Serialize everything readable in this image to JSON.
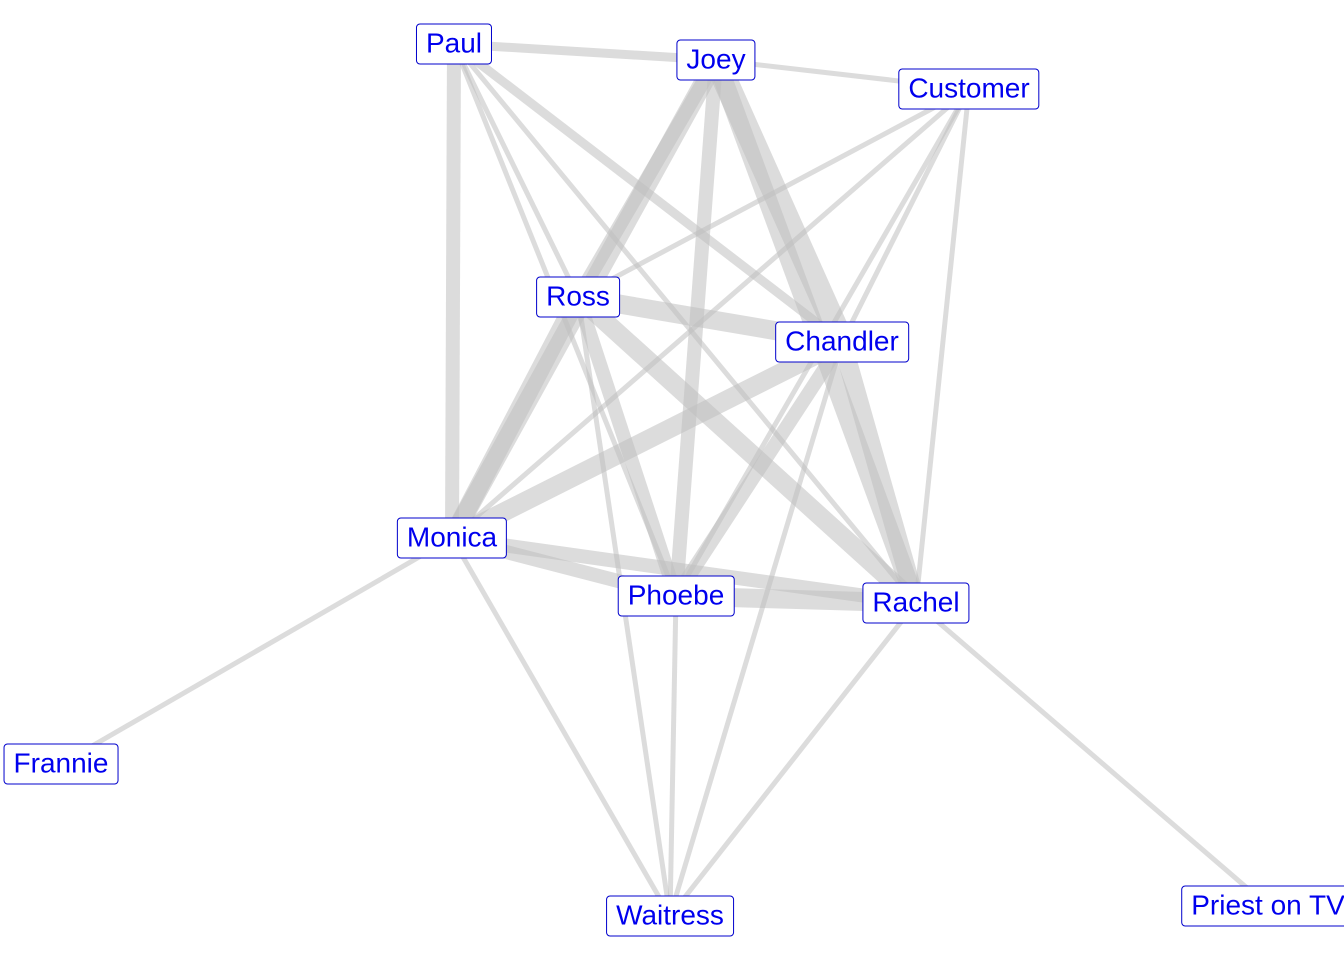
{
  "style": {
    "node_text_color": "#0000ee",
    "node_border_color": "#0000cc",
    "node_background": "#ffffff",
    "edge_color": "#bfbfbf",
    "background": "#ffffff"
  },
  "nodes": [
    {
      "id": "paul",
      "label": "Paul"
    },
    {
      "id": "joey",
      "label": "Joey"
    },
    {
      "id": "customer",
      "label": "Customer"
    },
    {
      "id": "ross",
      "label": "Ross"
    },
    {
      "id": "chandler",
      "label": "Chandler"
    },
    {
      "id": "monica",
      "label": "Monica"
    },
    {
      "id": "phoebe",
      "label": "Phoebe"
    },
    {
      "id": "rachel",
      "label": "Rachel"
    },
    {
      "id": "frannie",
      "label": "Frannie"
    },
    {
      "id": "waitress",
      "label": "Waitress"
    },
    {
      "id": "priest",
      "label": "Priest on TV"
    }
  ],
  "edges": [
    {
      "source": "paul",
      "target": "joey",
      "weight": 2
    },
    {
      "source": "paul",
      "target": "monica",
      "weight": 3
    },
    {
      "source": "paul",
      "target": "ross",
      "weight": 1
    },
    {
      "source": "paul",
      "target": "chandler",
      "weight": 2
    },
    {
      "source": "paul",
      "target": "phoebe",
      "weight": 1
    },
    {
      "source": "paul",
      "target": "rachel",
      "weight": 1
    },
    {
      "source": "joey",
      "target": "customer",
      "weight": 1
    },
    {
      "source": "joey",
      "target": "monica",
      "weight": 4
    },
    {
      "source": "joey",
      "target": "ross",
      "weight": 3
    },
    {
      "source": "joey",
      "target": "chandler",
      "weight": 5
    },
    {
      "source": "joey",
      "target": "phoebe",
      "weight": 3
    },
    {
      "source": "joey",
      "target": "rachel",
      "weight": 4
    },
    {
      "source": "customer",
      "target": "ross",
      "weight": 1
    },
    {
      "source": "customer",
      "target": "monica",
      "weight": 1
    },
    {
      "source": "customer",
      "target": "chandler",
      "weight": 1
    },
    {
      "source": "customer",
      "target": "phoebe",
      "weight": 1
    },
    {
      "source": "customer",
      "target": "rachel",
      "weight": 1
    },
    {
      "source": "ross",
      "target": "chandler",
      "weight": 4
    },
    {
      "source": "ross",
      "target": "monica",
      "weight": 4
    },
    {
      "source": "ross",
      "target": "phoebe",
      "weight": 3
    },
    {
      "source": "ross",
      "target": "rachel",
      "weight": 4
    },
    {
      "source": "ross",
      "target": "waitress",
      "weight": 1
    },
    {
      "source": "chandler",
      "target": "monica",
      "weight": 4
    },
    {
      "source": "chandler",
      "target": "phoebe",
      "weight": 3
    },
    {
      "source": "chandler",
      "target": "rachel",
      "weight": 4
    },
    {
      "source": "chandler",
      "target": "waitress",
      "weight": 1
    },
    {
      "source": "monica",
      "target": "phoebe",
      "weight": 3
    },
    {
      "source": "monica",
      "target": "rachel",
      "weight": 3
    },
    {
      "source": "monica",
      "target": "frannie",
      "weight": 1
    },
    {
      "source": "monica",
      "target": "waitress",
      "weight": 1
    },
    {
      "source": "phoebe",
      "target": "rachel",
      "weight": 4
    },
    {
      "source": "phoebe",
      "target": "waitress",
      "weight": 1
    },
    {
      "source": "rachel",
      "target": "waitress",
      "weight": 1
    },
    {
      "source": "rachel",
      "target": "priest",
      "weight": 1
    }
  ]
}
